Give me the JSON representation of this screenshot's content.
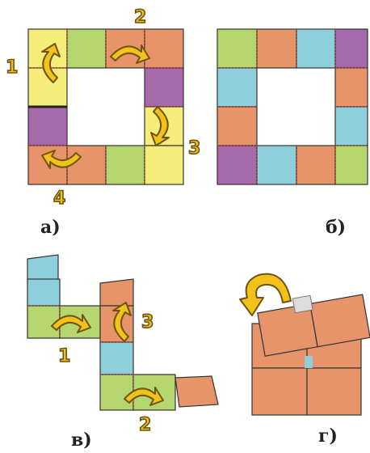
{
  "labels": {
    "panel_a": "а)",
    "panel_b": "б)",
    "panel_v": "в)",
    "panel_g": "г)"
  },
  "step_numbers": {
    "a1": "1",
    "a2": "2",
    "a3": "3",
    "a4": "4",
    "v1": "1",
    "v2": "2",
    "v3": "3"
  },
  "colors": {
    "yellow": "#f5ec7a",
    "green": "#b5d56e",
    "orange": "#e7946b",
    "purple": "#a669a9",
    "blue": "#8ecfdc",
    "arrow": "#f2c21a",
    "arrow_outline": "#6e5410",
    "tape": "#dcdcdc",
    "outline": "#333333"
  }
}
